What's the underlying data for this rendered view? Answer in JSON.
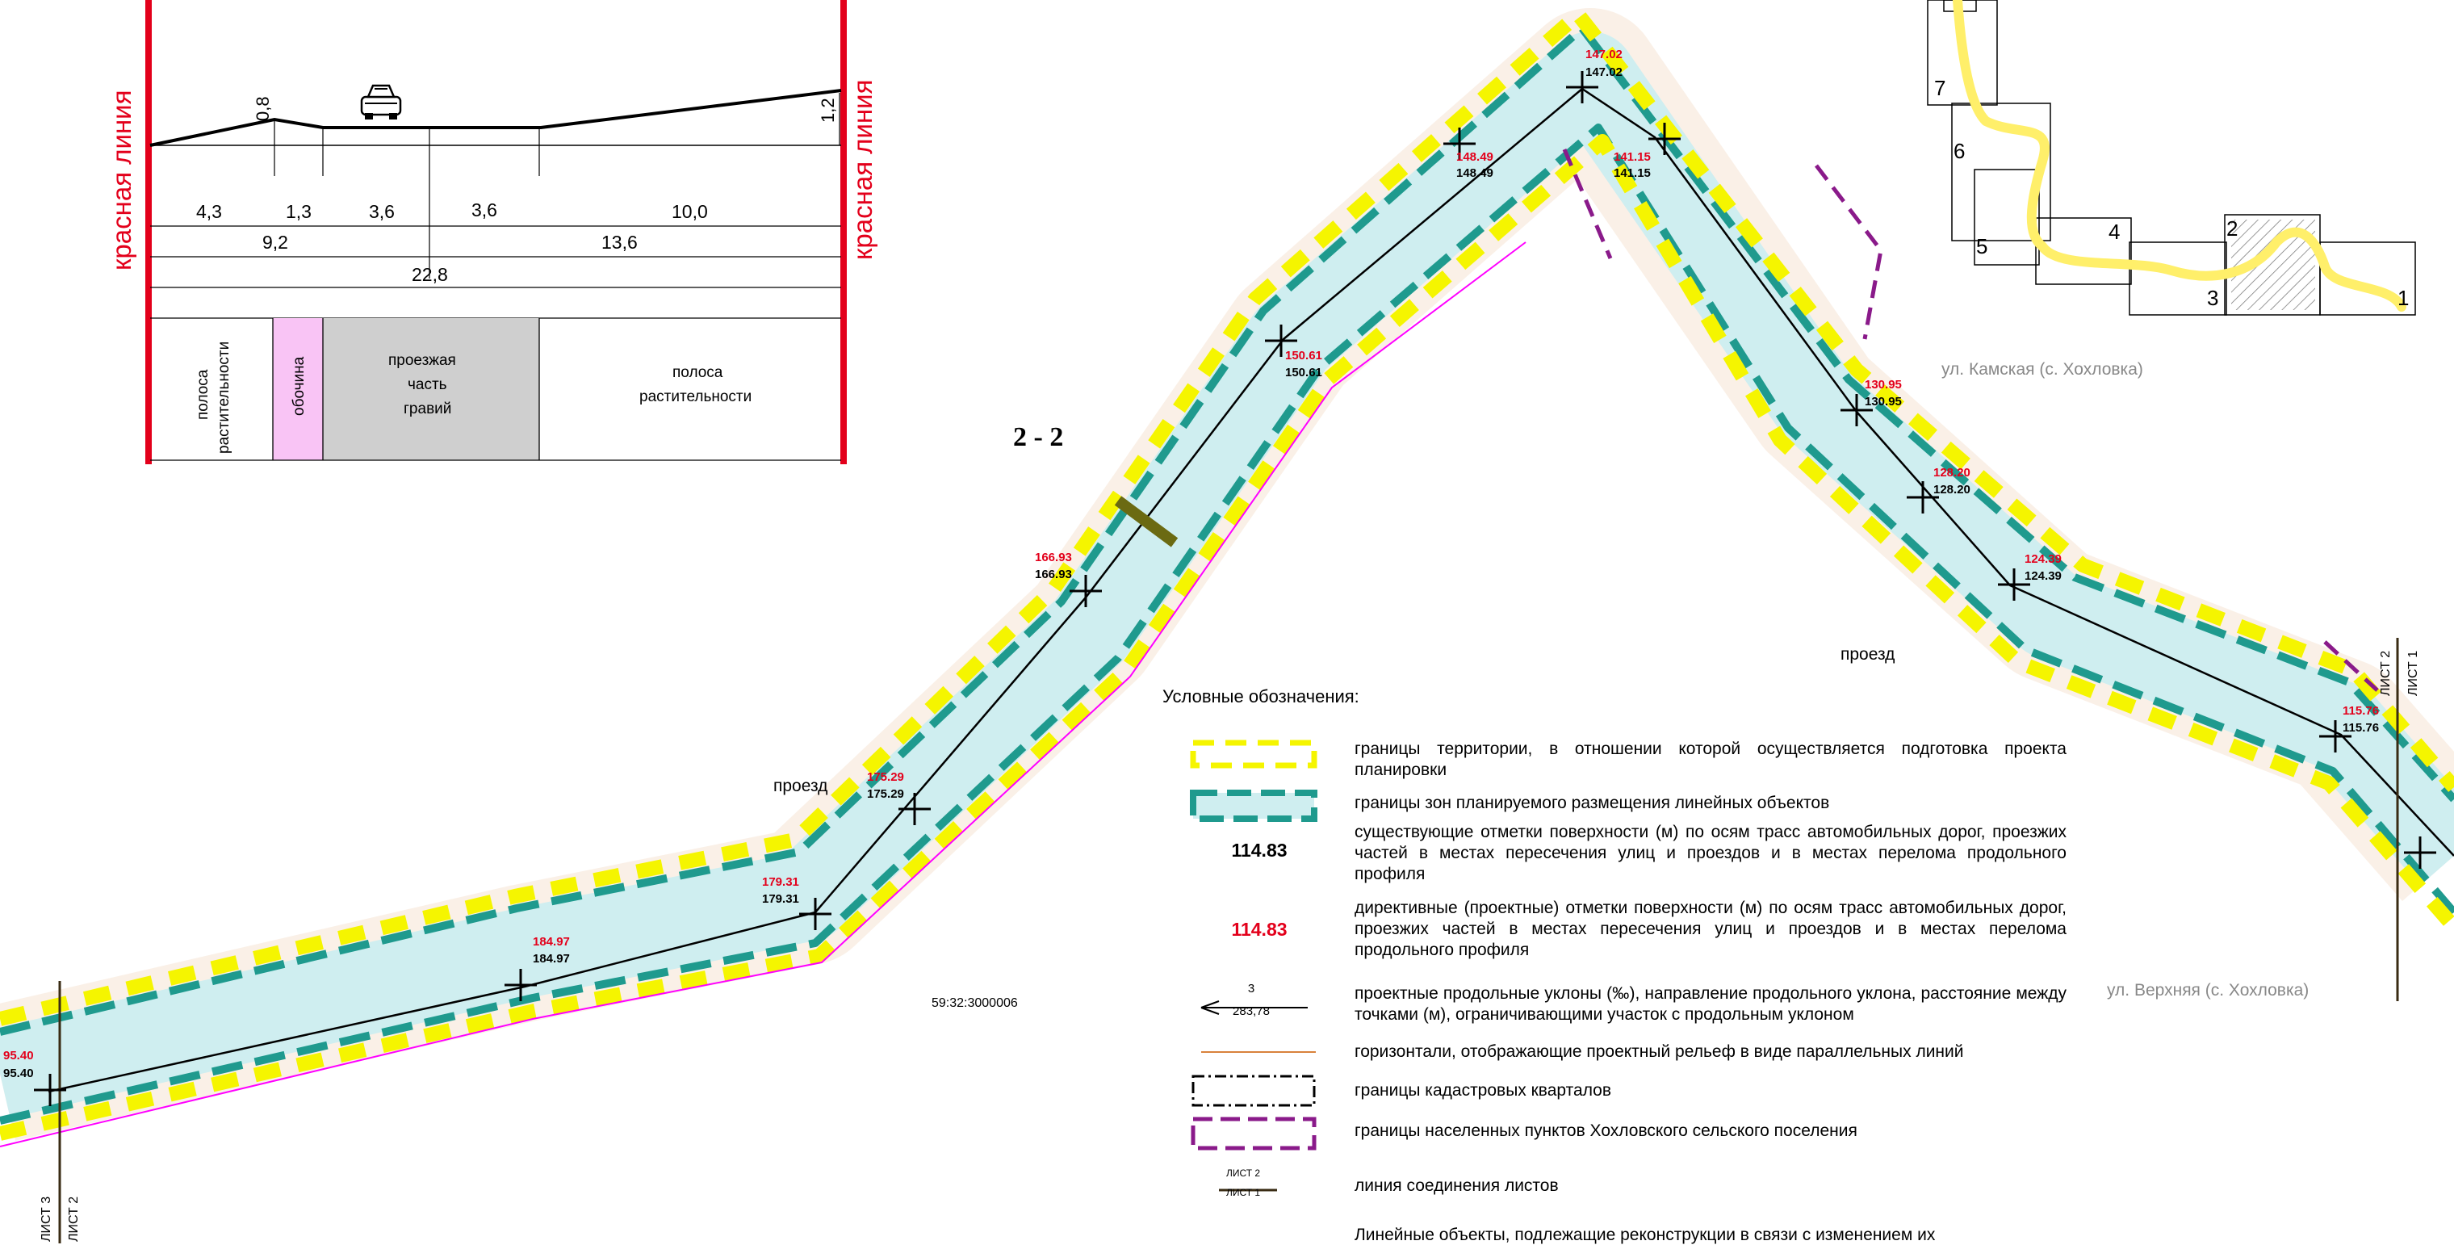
{
  "cross_section": {
    "red_line_left": "красная линия",
    "red_line_right": "красная линия",
    "heights": [
      "0,8",
      "1,2"
    ],
    "row1": [
      "4,3",
      "1,3",
      "3,6",
      "3,6",
      "10,0"
    ],
    "row2": [
      "9,2",
      "13,6"
    ],
    "row3": "22,8",
    "zones": {
      "green_left_l1": "полоса",
      "green_left_l2": "растительности",
      "shoulder": "обочина",
      "carriageway_l1": "проезжая",
      "carriageway_l2": "часть",
      "carriageway_l3": "гравий",
      "green_right_l1": "полоса",
      "green_right_l2": "растительности"
    },
    "section_label": "2 - 2"
  },
  "key_map": {
    "sheets": [
      "7",
      "6",
      "5",
      "4",
      "3",
      "2",
      "1"
    ]
  },
  "map_labels": {
    "street_kamskaya": "ул. Камская (с. Хохловка)",
    "street_verkhnyaya": "ул. Верхняя (с. Хохловка)",
    "proezd_1": "проезд",
    "proezd_2": "проезд",
    "cadastral": "59:32:3000006",
    "sheet_join_left_a": "ЛИСТ 3",
    "sheet_join_left_b": "ЛИСТ 2",
    "sheet_join_right_a": "ЛИСТ 2",
    "sheet_join_right_b": "ЛИСТ 1"
  },
  "elevations": [
    {
      "red": "147.02",
      "black": "147.02"
    },
    {
      "red": "148.49",
      "black": "148.49"
    },
    {
      "red": "141.15",
      "black": "141.15"
    },
    {
      "red": "150.61",
      "black": "150.61"
    },
    {
      "red": "166.93",
      "black": "166.93"
    },
    {
      "red": "130.95",
      "black": "130.95"
    },
    {
      "red": "128.20",
      "black": "128.20"
    },
    {
      "red": "124.39",
      "black": "124.39"
    },
    {
      "red": "115.76",
      "black": "115.76"
    },
    {
      "red": "175.29",
      "black": "175.29"
    },
    {
      "red": "179.31",
      "black": "179.31"
    },
    {
      "red": "184.97",
      "black": "184.97"
    },
    {
      "red": "95.40",
      "black": "95.40"
    }
  ],
  "legend": {
    "title": "Условные обозначения:",
    "items": [
      {
        "text": "границы территории, в отношении которой осуществляется подготовка проекта планировки"
      },
      {
        "text": "границы зон планируемого размещения линейных объектов"
      },
      {
        "symbol": "114.83",
        "text": "существующие отметки поверхности (м) по осям трасс автомобильных дорог, проезжих частей в местах пересечения улиц и проездов и в местах перелома продольного профиля"
      },
      {
        "symbol": "114.83",
        "text": "директивные (проектные) отметки поверхности (м)  по осям трасс автомобильных дорог, проезжих частей в местах пересечения улиц и проездов и в местах перелома продольного профиля"
      },
      {
        "symbol_top": "3",
        "symbol_bottom": "283,78",
        "text": "проектные продольные уклоны (‰), направление продольного уклона, расстояние между точками (м), ограничивающими участок с продольным уклоном"
      },
      {
        "text": "горизонтали, отображающие проектный рельеф в виде параллельных линий"
      },
      {
        "text": "границы кадастровых кварталов"
      },
      {
        "text": "границы населенных пунктов Хохловского сельского поселения"
      },
      {
        "symbol_top": "ЛИСТ 2",
        "symbol_bottom": "ЛИСТ 1",
        "text": "линия соединения листов"
      }
    ],
    "note": "Линейные  объекты,  подлежащие  реконструкции  в связи  с  изменением  их"
  },
  "colors": {
    "red_line": "#e3001b",
    "study_boundary": "#f5f500",
    "zone_boundary": "#1f9a8e",
    "zone_fill": "#cfeef0",
    "contour": "#d9823c",
    "settlement": "#8a1a8a",
    "shoulder": "#f9c4f5",
    "carriageway": "#cfcfcf",
    "route": "#ffef6a"
  }
}
